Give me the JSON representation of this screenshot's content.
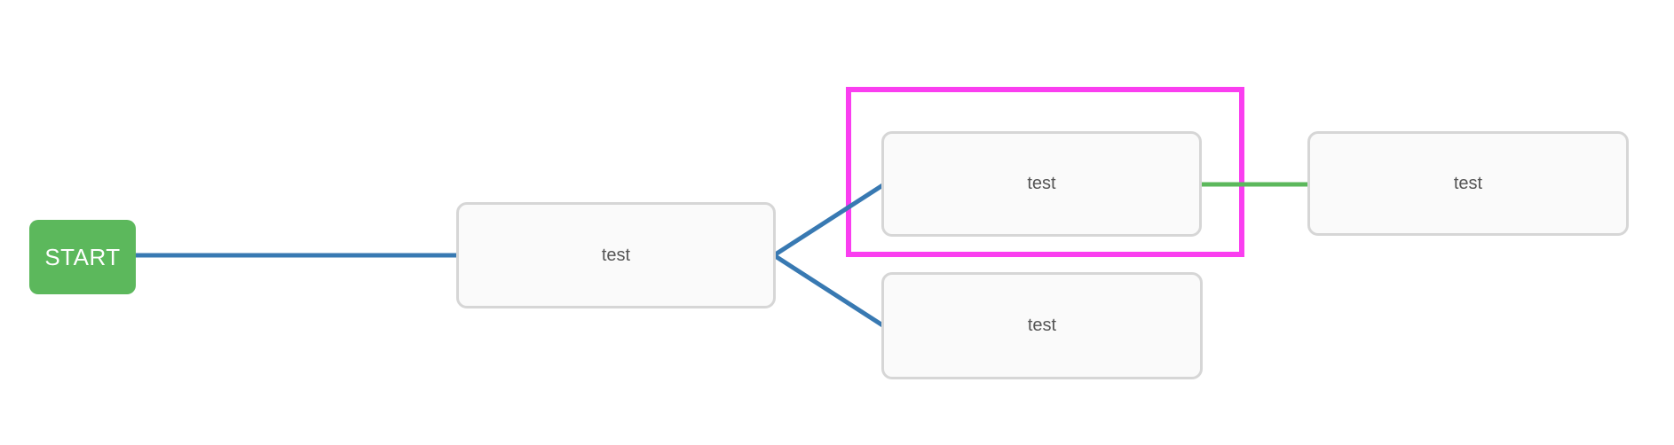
{
  "diagram": {
    "start_node": {
      "label": "START"
    },
    "nodes": [
      {
        "label": "test",
        "selected": false
      },
      {
        "label": "test",
        "selected": true
      },
      {
        "label": "test",
        "selected": false
      },
      {
        "label": "test",
        "selected": false
      }
    ],
    "colors": {
      "start_bg": "#5cb85c",
      "start_text": "#ffffff",
      "edge_blue": "#3879b2",
      "edge_green": "#5cb85c",
      "selection_highlight": "#fa3ef0",
      "node_bg": "#fafafa",
      "node_border": "#d6d6d6",
      "node_text": "#555555"
    }
  }
}
